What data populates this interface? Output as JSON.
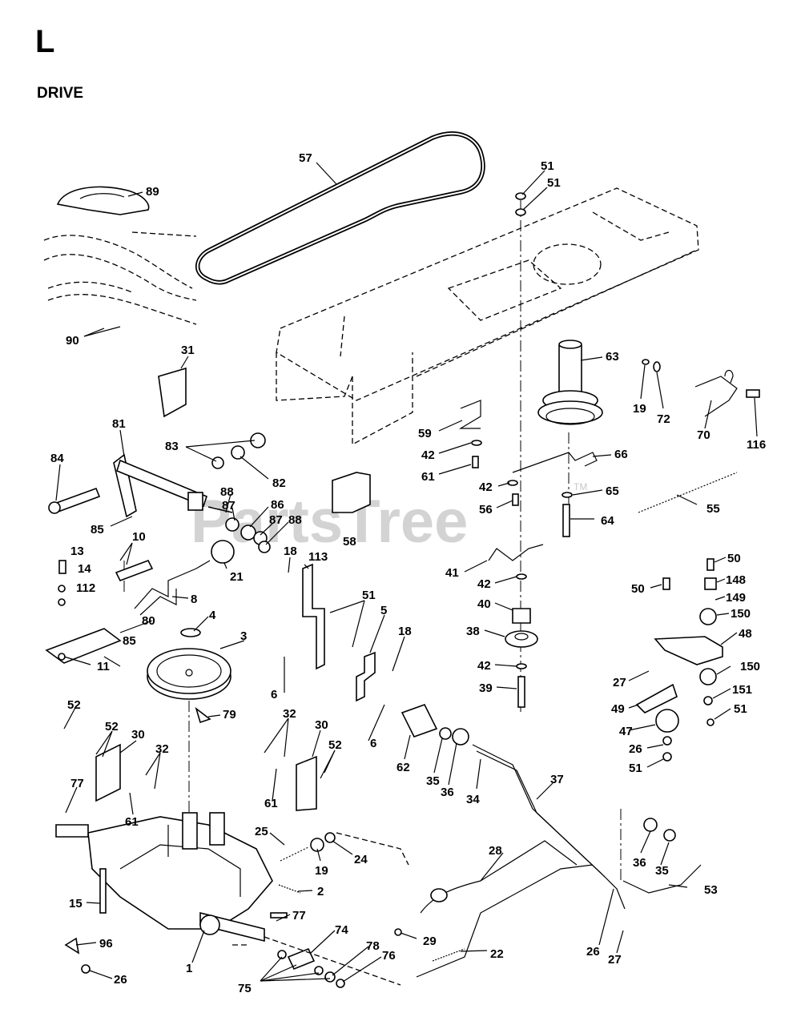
{
  "page": {
    "section_letter": "L",
    "section_title": "DRIVE",
    "watermark": "PartsTree",
    "watermark_tm": "TM"
  },
  "callouts": [
    "57",
    "51",
    "51",
    "89",
    "90",
    "31",
    "63",
    "19",
    "72",
    "70",
    "116",
    "59",
    "42",
    "61",
    "66",
    "42",
    "56",
    "65",
    "64",
    "55",
    "83",
    "82",
    "81",
    "84",
    "88",
    "87",
    "86",
    "87",
    "88",
    "85",
    "58",
    "10",
    "13",
    "14",
    "112",
    "21",
    "8",
    "18",
    "113",
    "51",
    "5",
    "18",
    "41",
    "42",
    "40",
    "38",
    "42",
    "39",
    "50",
    "50",
    "148",
    "149",
    "150",
    "48",
    "150",
    "151",
    "51",
    "27",
    "49",
    "47",
    "26",
    "51",
    "80",
    "85",
    "11",
    "4",
    "3",
    "79",
    "6",
    "6",
    "52",
    "52",
    "30",
    "32",
    "32",
    "30",
    "52",
    "61",
    "61",
    "77",
    "62",
    "35",
    "36",
    "34",
    "37",
    "25",
    "19",
    "24",
    "2",
    "28",
    "36",
    "35",
    "53",
    "15",
    "77",
    "96",
    "26",
    "1",
    "74",
    "78",
    "76",
    "75",
    "29",
    "22",
    "26",
    "27"
  ]
}
